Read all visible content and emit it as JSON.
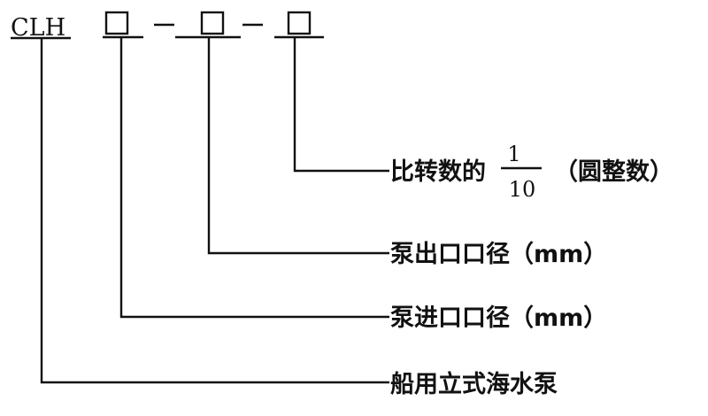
{
  "model": {
    "prefix": "CLH",
    "placeholder": "□",
    "separator": "-"
  },
  "labels": {
    "speed": {
      "text": "比转数的",
      "fraction_numerator": "1",
      "fraction_denominator": "10",
      "suffix": "（圆整数）"
    },
    "outlet": "泵出口口径（mm）",
    "inlet": "泵进口口径（mm）",
    "type": "船用立式海水泵"
  }
}
